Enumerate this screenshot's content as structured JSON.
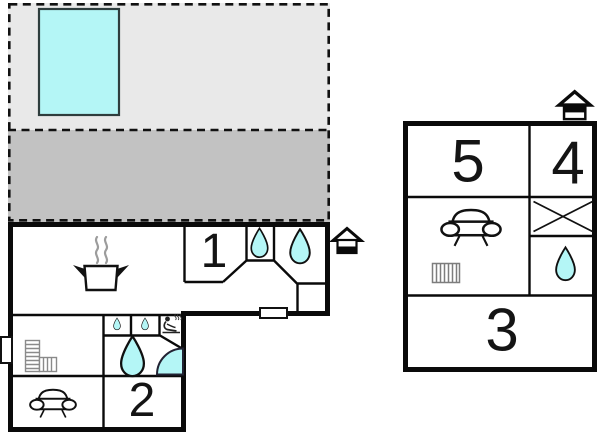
{
  "plan_type": "holiday-home-floor-plan",
  "colors": {
    "water": "#b4f6f6",
    "terrace_light": "#e9e9e9",
    "terrace_dark": "#c2c2c2",
    "wall": "#0a0a0a",
    "paper": "#ffffff"
  },
  "rooms": [
    {
      "id": "room-1",
      "number": "1"
    },
    {
      "id": "room-2",
      "number": "2"
    },
    {
      "id": "room-3",
      "number": "3"
    },
    {
      "id": "room-4",
      "number": "4"
    },
    {
      "id": "room-5",
      "number": "5"
    }
  ],
  "icons": {
    "pool": "swimming-pool",
    "water_drop": "water-drop",
    "kitchen": "cooking-pot-with-steam",
    "sofa": "sofa",
    "radiator": "radiator",
    "stairs": "staircase",
    "shower_tray": "quarter-round-shower",
    "washing": "person-washing",
    "x_marker": "stair-void-x",
    "house_ground": "house-ground-floor-marker",
    "house_upper": "house-upper-floor-marker"
  }
}
